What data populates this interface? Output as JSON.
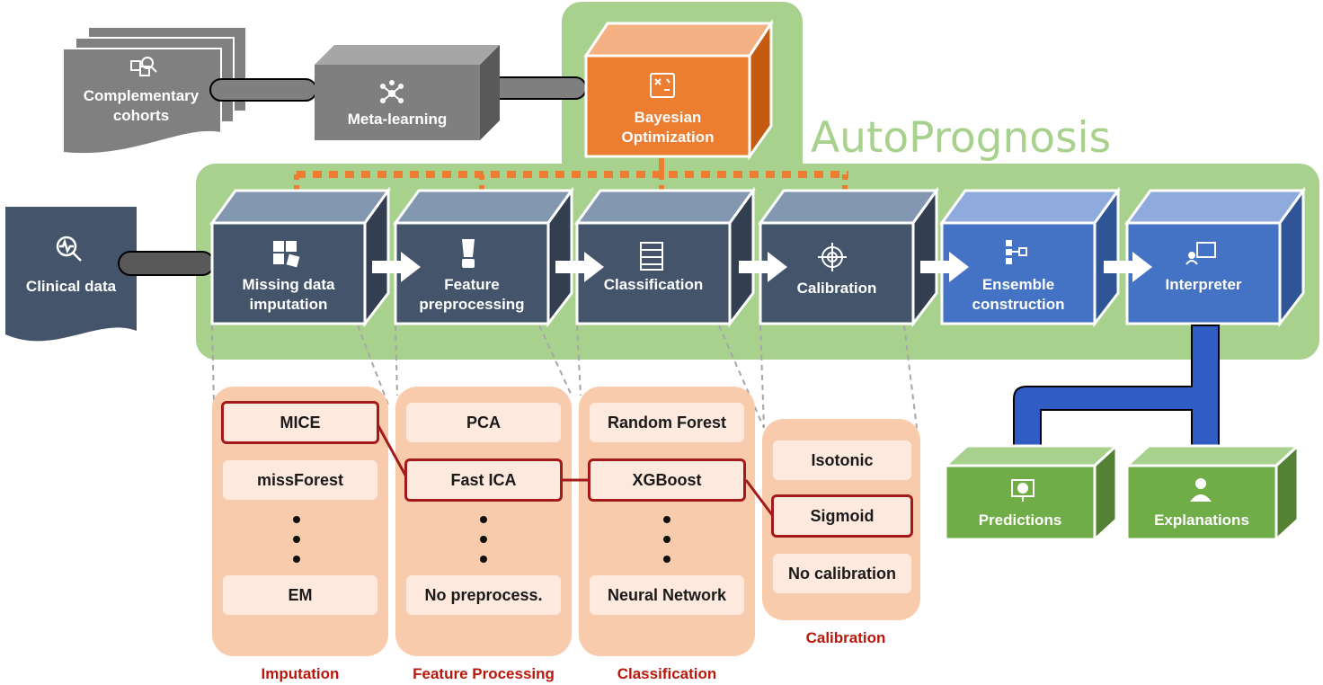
{
  "title": "AutoPrognosis",
  "sources": {
    "complementary": "Complementary\ncohorts",
    "meta_learning": "Meta-learning",
    "bayesian": "Bayesian\nOptimization",
    "clinical_data": "Clinical data"
  },
  "pipeline": [
    {
      "label": "Missing data\nimputation",
      "icon": "puzzle-icon"
    },
    {
      "label": "Feature\npreprocessing",
      "icon": "blender-icon"
    },
    {
      "label": "Classification",
      "icon": "abacus-icon"
    },
    {
      "label": "Calibration",
      "icon": "target-icon"
    },
    {
      "label": "Ensemble\nconstruction",
      "icon": "ensemble-icon"
    },
    {
      "label": "Interpreter",
      "icon": "presenter-icon"
    }
  ],
  "outputs": {
    "predictions": "Predictions",
    "explanations": "Explanations"
  },
  "option_groups": {
    "imputation": {
      "caption": "Imputation",
      "options": [
        "MICE",
        "missForest",
        "EM"
      ],
      "selected": "MICE"
    },
    "feature": {
      "caption": "Feature Processing",
      "options": [
        "PCA",
        "Fast ICA",
        "No preprocess."
      ],
      "selected": "Fast ICA"
    },
    "classification": {
      "caption": "Classification",
      "options": [
        "Random Forest",
        "XGBoost",
        "Neural Network"
      ],
      "selected": "XGBoost"
    },
    "calibration": {
      "caption": "Calibration",
      "options": [
        "Isotonic",
        "Sigmoid",
        "No calibration"
      ],
      "selected": "Sigmoid"
    }
  },
  "colors": {
    "green_bg": "#a9d18e",
    "dark_cube": "#44546a",
    "blue_cube": "#4472c4",
    "orange": "#ed7d31",
    "gray": "#7f7f7f",
    "output_green": "#70ad47",
    "option_panel": "#f8cbad",
    "selected_border": "#a21a1a",
    "caption_red": "#b8170b"
  }
}
